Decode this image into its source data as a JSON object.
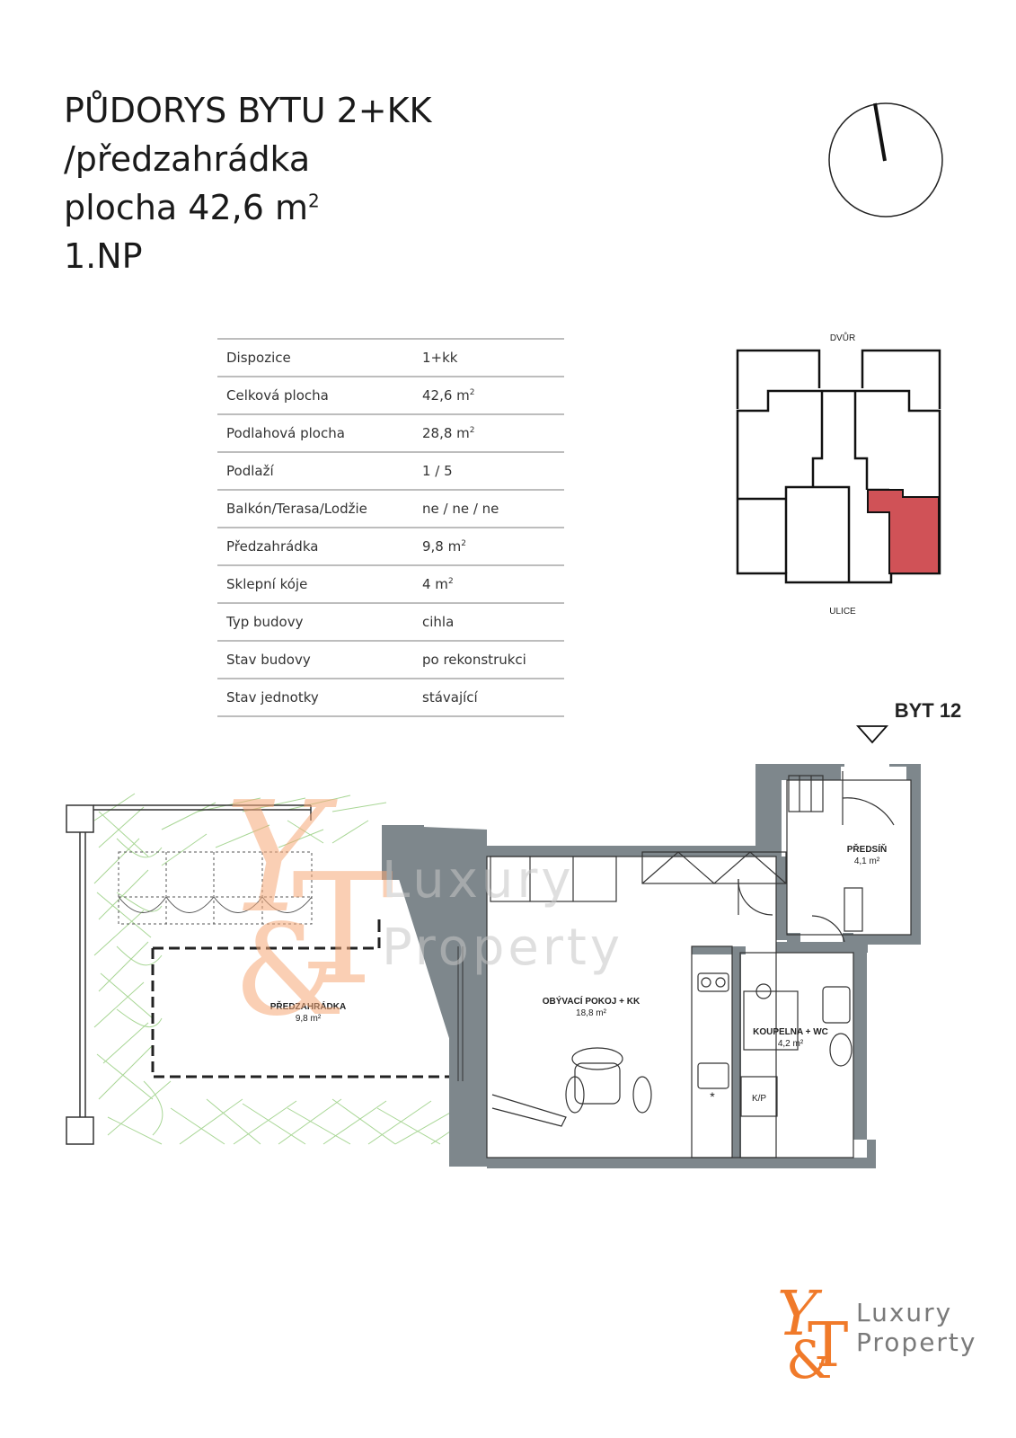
{
  "header": {
    "line1": "PŮDORYS BYTU 2+KK",
    "line2": "/předzahrádka",
    "line3_prefix": "plocha 42,6 m",
    "line3_sup": "2",
    "line4": "1.NP"
  },
  "params": [
    {
      "label": "Dispozice",
      "value": "1+kk",
      "sup": ""
    },
    {
      "label": "Celková plocha",
      "value": "42,6 m",
      "sup": "2"
    },
    {
      "label": "Podlahová plocha",
      "value": "28,8 m",
      "sup": "2"
    },
    {
      "label": "Podlaží",
      "value": "1 / 5",
      "sup": ""
    },
    {
      "label": "Balkón/Terasa/Lodžie",
      "value": "ne / ne / ne",
      "sup": ""
    },
    {
      "label": "Předzahrádka",
      "value": "9,8 m",
      "sup": "2"
    },
    {
      "label": "Sklepní kóje",
      "value": "4 m",
      "sup": "2"
    },
    {
      "label": "Typ budovy",
      "value": "cihla",
      "sup": ""
    },
    {
      "label": "Stav budovy",
      "value": "po rekonstrukci",
      "sup": ""
    },
    {
      "label": "Stav jednotky",
      "value": "stávající",
      "sup": ""
    }
  ],
  "keyplan": {
    "top_label": "DVŮR",
    "bottom_label": "ULICE",
    "highlight_color": "#d05257"
  },
  "plan": {
    "unit_label": "BYT 12",
    "rooms": [
      {
        "name": "PŘEDSÍŇ",
        "area": "4,1 m²"
      },
      {
        "name": "OBÝVACÍ POKOJ + KK",
        "area": "18,8 m²"
      },
      {
        "name": "KOUPELNA + WC",
        "area": "4,2 m²"
      },
      {
        "name": "PŘEDZAHRÁDKA",
        "area": "9,8 m²"
      }
    ],
    "kp_label": "K/P",
    "wall_color": "#7e878c"
  },
  "watermark": {
    "line1": "Luxury",
    "line2": "Property"
  },
  "logo": {
    "line1": "Luxury",
    "line2": "Property",
    "brand_color": "#f07a2a",
    "text_color": "#7a7a7a"
  }
}
